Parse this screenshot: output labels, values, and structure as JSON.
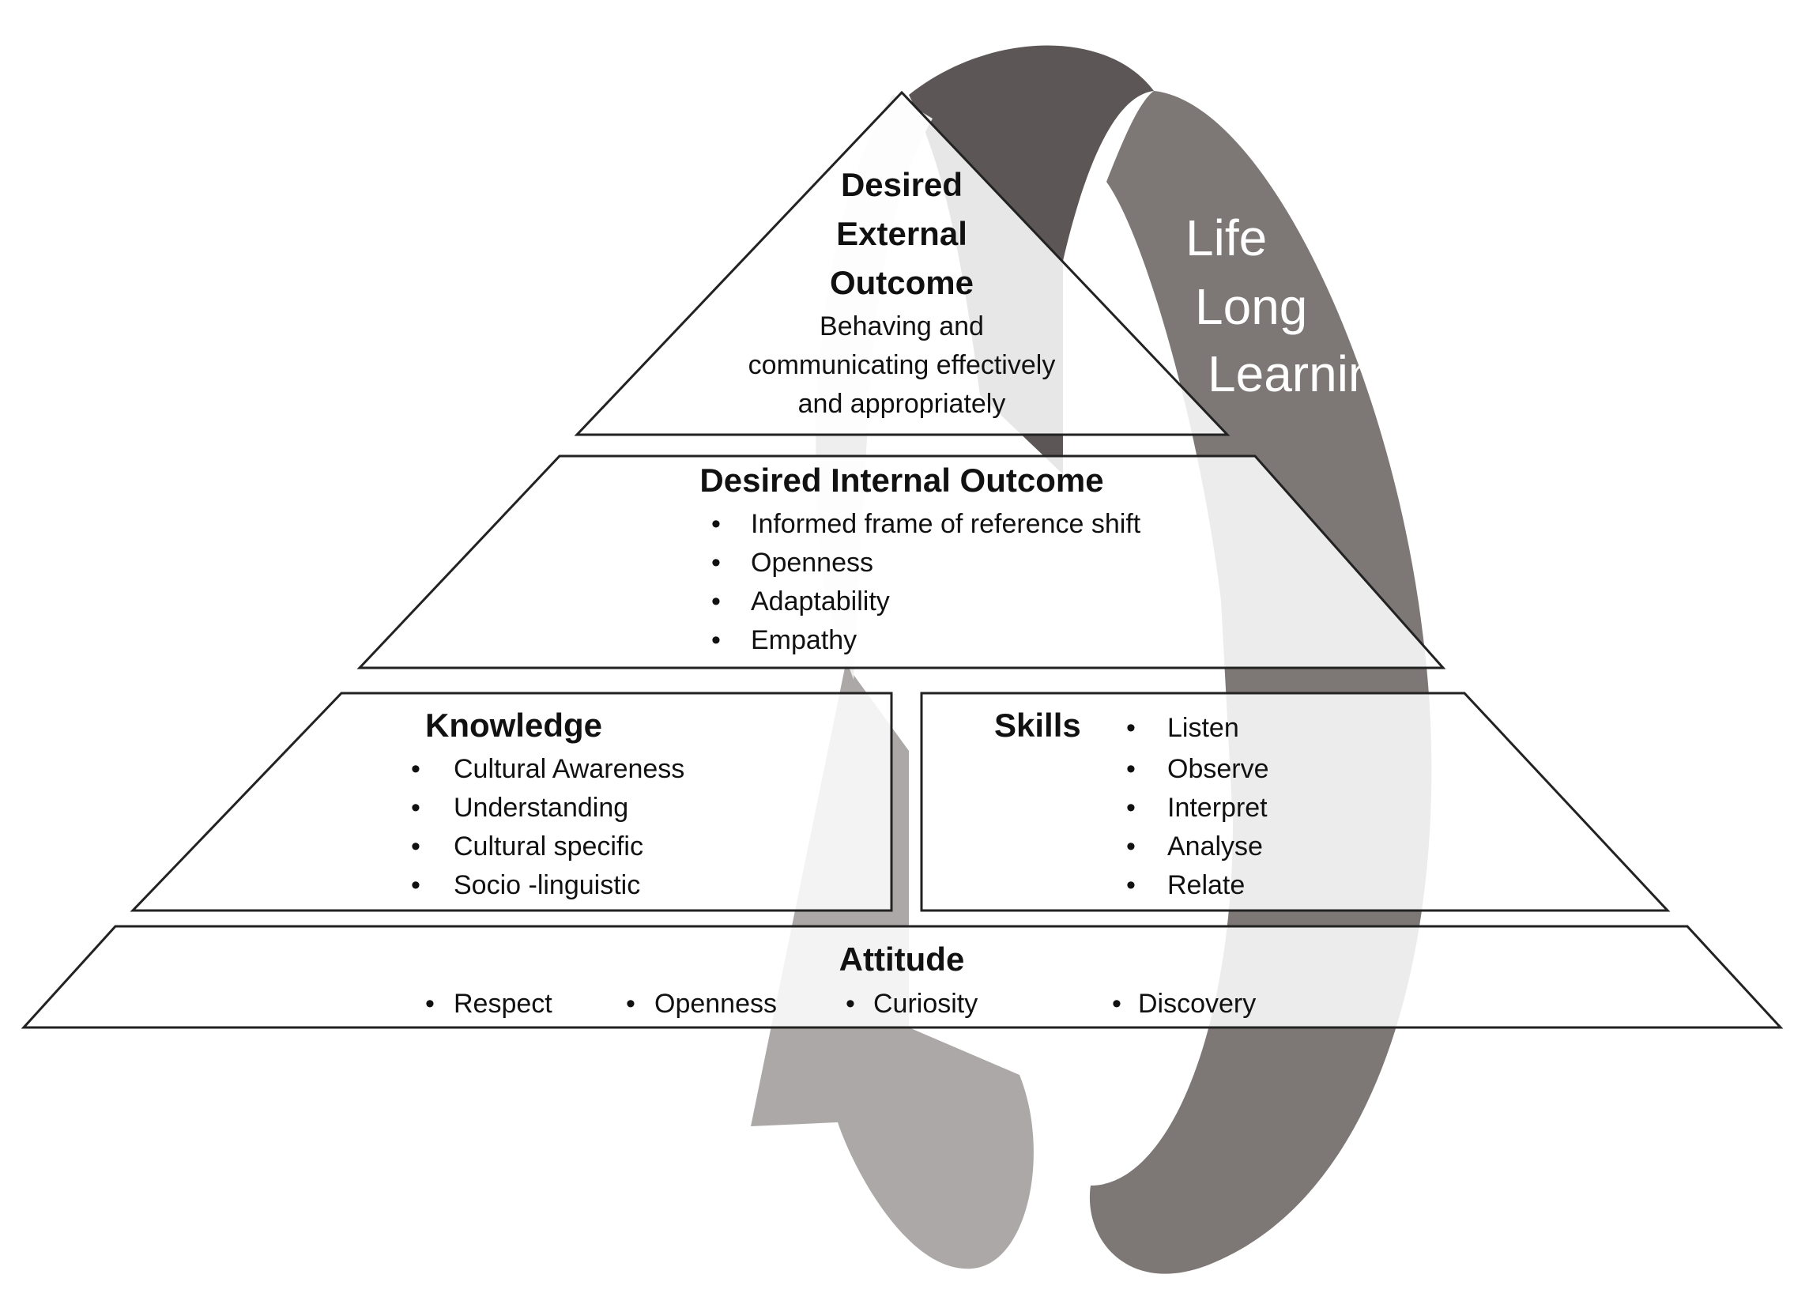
{
  "cycle": {
    "label_lines": [
      "Life",
      "Long",
      "Learning"
    ],
    "colors": {
      "dark_band": "#5c5756",
      "mid_band": "#7d7776",
      "light_band": "#aca8a7"
    }
  },
  "tiers": {
    "external": {
      "title_lines": [
        "Desired",
        "External",
        "Outcome"
      ],
      "description_lines": [
        "Behaving and",
        "communicating effectively",
        "and appropriately"
      ]
    },
    "internal": {
      "title": "Desired Internal Outcome",
      "items": [
        "Informed frame of reference shift",
        "Openness",
        "Adaptability",
        "Empathy"
      ]
    },
    "knowledge": {
      "title": "Knowledge",
      "items": [
        "Cultural Awareness",
        "Understanding",
        "Cultural specific",
        "Socio -linguistic"
      ]
    },
    "skills": {
      "title": "Skills",
      "items": [
        "Listen",
        "Observe",
        "Interpret",
        "Analyse",
        "Relate"
      ]
    },
    "attitude": {
      "title": "Attitude",
      "items": [
        "Respect",
        "Openness",
        "Curiosity",
        "Discovery"
      ]
    }
  }
}
